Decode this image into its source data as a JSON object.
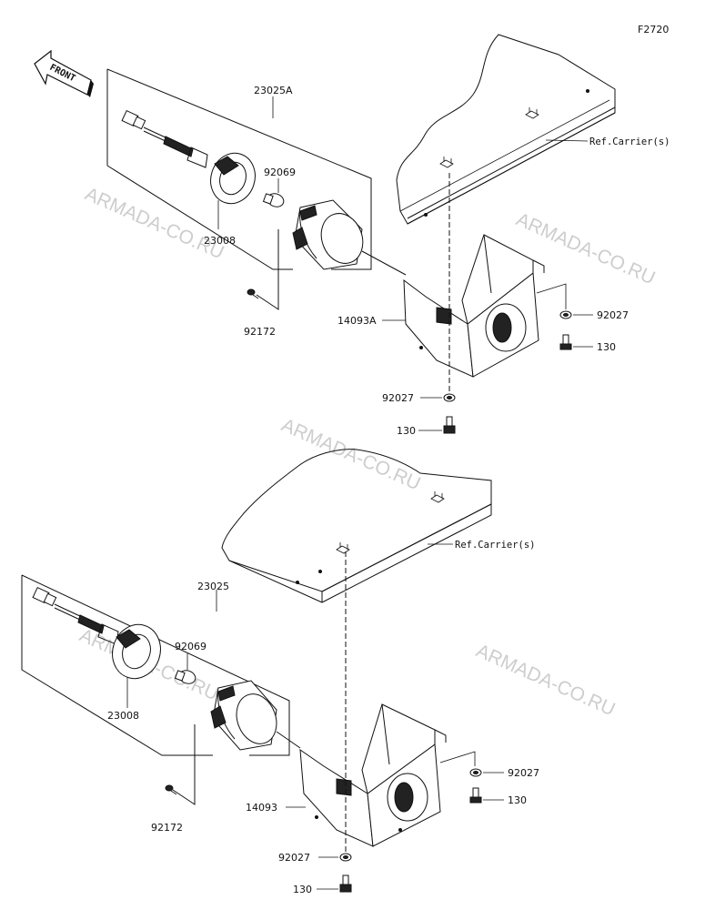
{
  "figure_code": "F2720",
  "front_label": "FRONT",
  "watermarks": [
    "ARMADA-CO.RU",
    "ARMADA-CO.RU",
    "ARMADA-CO.RU",
    "ARMADA-CO.RU",
    "ARMADA-CO.RU"
  ],
  "upper": {
    "assembly": "23025A",
    "socket": "23008",
    "bulb": "92069",
    "screw": "92172",
    "bracket": "14093A",
    "ref": "Ref.Carrier(s)",
    "washer_right": "92027",
    "bolt_right": "130",
    "washer_bottom": "92027",
    "bolt_bottom": "130"
  },
  "lower": {
    "assembly": "23025",
    "socket": "23008",
    "bulb": "92069",
    "screw": "92172",
    "bracket": "14093",
    "ref": "Ref.Carrier(s)",
    "washer_right": "92027",
    "bolt_right": "130",
    "washer_bottom": "92027",
    "bolt_bottom": "130"
  }
}
